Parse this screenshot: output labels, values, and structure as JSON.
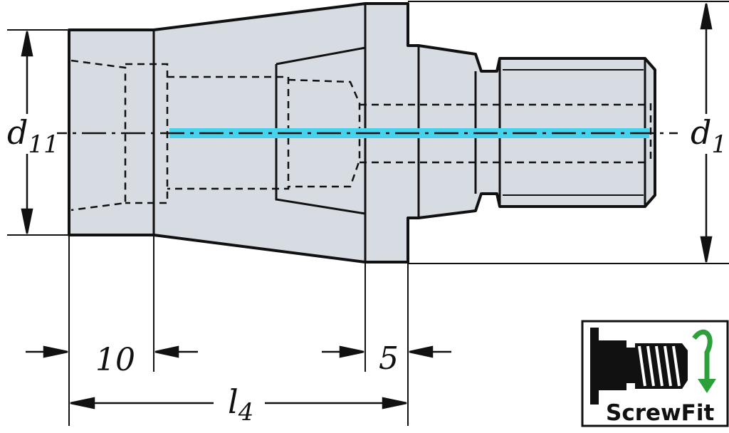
{
  "drawing": {
    "colors": {
      "body_fill": "#d6dce1",
      "line": "#111111",
      "axis_highlight": "#44d2ec",
      "logo_arrow": "#2ea03a"
    },
    "labels": {
      "d11": {
        "main": "d",
        "sub": "11"
      },
      "d1": {
        "main": "d",
        "sub": "1"
      },
      "dim_10": "10",
      "dim_5": "5",
      "l4": {
        "main": "l",
        "sub": "4"
      }
    },
    "logo": {
      "text": "ScrewFit",
      "icon": "screw-rotate-icon"
    }
  }
}
